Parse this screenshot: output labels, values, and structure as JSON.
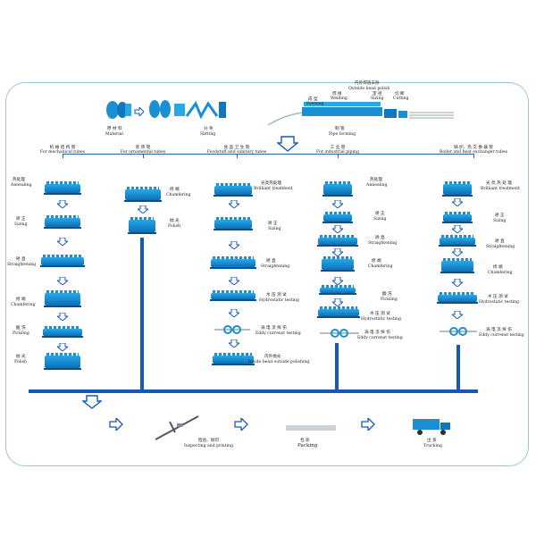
{
  "top": {
    "raw_material": {
      "cn": "原 材 料",
      "en": "Material"
    },
    "slitting": {
      "cn": "分 条",
      "en": "Slitting"
    },
    "forming": {
      "cn": "成 型",
      "en": "Forming"
    },
    "welding": {
      "cn": "焊 接",
      "en": "Welding"
    },
    "inside_outside": {
      "cn": "内外焊道去除",
      "en": "Outside bead polish"
    },
    "sizing": {
      "cn": "定 径",
      "en": "Sizing"
    },
    "cutting": {
      "cn": "切 断",
      "en": "Cutting"
    },
    "pipe_forming": {
      "cn": "制 管",
      "en": "Pipe forming"
    }
  },
  "columns": [
    {
      "cn": "机 械 结 构 管",
      "en": "For mechanical tubes",
      "steps": [
        {
          "cn": "热处理",
          "en": "Annealing"
        },
        {
          "cn": "矫 正",
          "en": "Sizing"
        },
        {
          "cn": "矫 直",
          "en": "Straightening"
        },
        {
          "cn": "修 端",
          "en": "Chamfering"
        },
        {
          "cn": "酸 洗",
          "en": "Pickling"
        },
        {
          "cn": "抛 光",
          "en": "Polish"
        }
      ]
    },
    {
      "cn": "装 饰 管",
      "en": "For ornamental tubes",
      "steps": [
        {
          "cn": "修 端",
          "en": "Chamfering"
        },
        {
          "cn": "抛 光",
          "en": "Polish"
        }
      ]
    },
    {
      "cn": "食 品 卫 生 管",
      "en": "Foodstuff and sanitary tubes",
      "steps": [
        {
          "cn": "光亮热处理",
          "en": "Brilliant treatment"
        },
        {
          "cn": "矫 正",
          "en": "Sizing"
        },
        {
          "cn": "矫 直",
          "en": "Straightening"
        },
        {
          "cn": "水 压 测 试",
          "en": "Hydrostatic testing"
        },
        {
          "cn": "涡 电 流 探 伤",
          "en": "Eddy currenst testing"
        },
        {
          "cn": "内外抛光",
          "en": "Inside bead outside polishing"
        }
      ]
    },
    {
      "cn": "工 业 管",
      "en": "For industrial piping",
      "steps": [
        {
          "cn": "热处理",
          "en": "Annealing"
        },
        {
          "cn": "矫 正",
          "en": "Sizing"
        },
        {
          "cn": "矫 直",
          "en": "Straightening"
        },
        {
          "cn": "修 端",
          "en": "Chamfering"
        },
        {
          "cn": "酸 洗",
          "en": "Pickling"
        },
        {
          "cn": "水 压 测 试",
          "en": "Hydrostatic testing"
        },
        {
          "cn": "涡 电 流 探 伤",
          "en": "Eddy currenst testing"
        }
      ]
    },
    {
      "cn": "锅 炉、热 交 换 器 管",
      "en": "Boiler and heat exchanger tubes",
      "steps": [
        {
          "cn": "光 亮 热 处 理",
          "en": "Brilliant treatment"
        },
        {
          "cn": "矫 正",
          "en": "Sizing"
        },
        {
          "cn": "矫 直",
          "en": "Straightening"
        },
        {
          "cn": "修 端",
          "en": "Chamfering"
        },
        {
          "cn": "水 压 测 试",
          "en": "Hydrostatic testing"
        },
        {
          "cn": "涡 电 流 探 伤",
          "en": "Eddy currenst testing"
        }
      ]
    }
  ],
  "bottom": {
    "inspect": {
      "cn": "检验、喷印",
      "en": "Inspecting and printing"
    },
    "packing": {
      "cn": "包 装",
      "en": "Packing"
    },
    "trucking": {
      "cn": "出 货",
      "en": "Trucking"
    }
  },
  "colors": {
    "machine": "#1a8fd3",
    "flow": "#1659b3",
    "frame": "#9fc3dc"
  }
}
